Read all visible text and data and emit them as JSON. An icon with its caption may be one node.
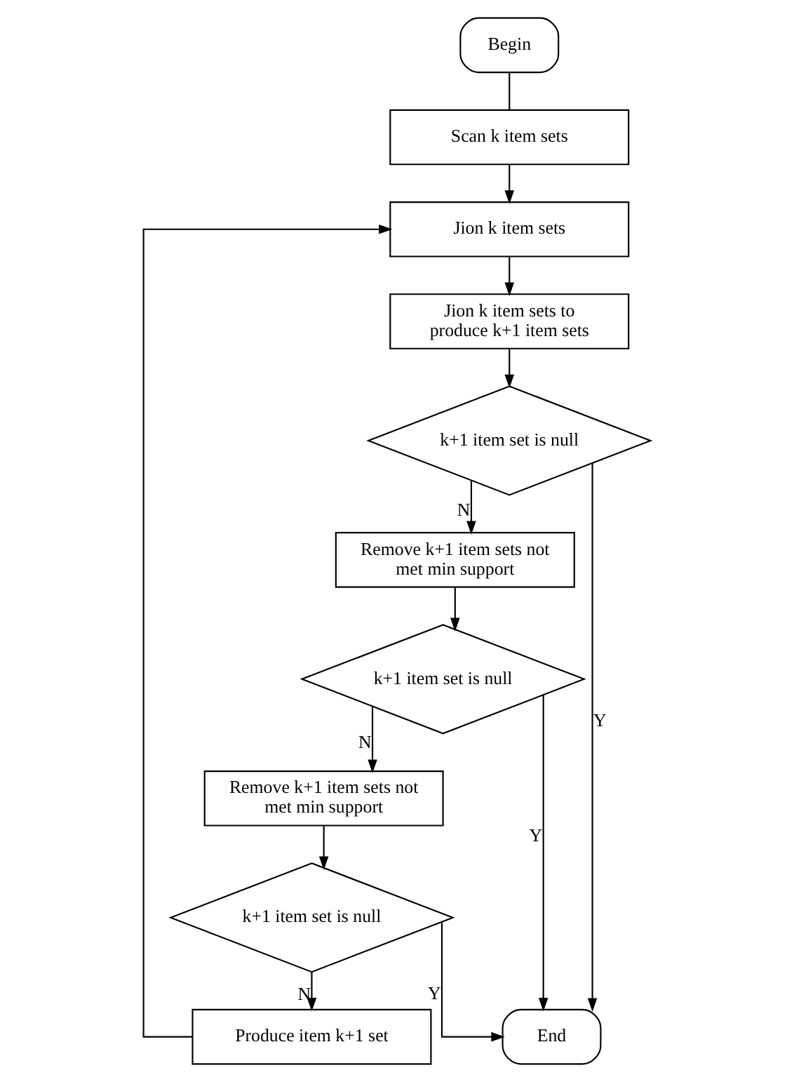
{
  "diagram": {
    "nodes": [
      {
        "text": [
          "Begin"
        ]
      },
      {
        "text": [
          "Scan k item sets"
        ]
      },
      {
        "text": [
          "Jion k item sets"
        ]
      },
      {
        "text": [
          "Jion k item sets to produce k+1 item sets"
        ]
      },
      {
        "text": [
          "k+1 item set is null"
        ]
      },
      {
        "text": [
          "Remove k+1 item sets not met min support"
        ]
      },
      {
        "text": [
          "k+1 item set is null"
        ]
      },
      {
        "text": [
          "Remove k+1 item sets not met min support"
        ]
      },
      {
        "text": [
          "k+1 item set is null"
        ]
      },
      {
        "text": [
          "Produce item k+1 set"
        ]
      },
      {
        "text": [
          "End"
        ]
      }
    ],
    "edges": [
      {
        "from": 0,
        "to": 1,
        "arrow": "none"
      },
      {
        "from": 1,
        "to": 2,
        "arrow": "to"
      },
      {
        "from": 2,
        "to": 3,
        "arrow": "to"
      },
      {
        "from": 3,
        "to": 4,
        "arrow": "to"
      },
      {
        "from": 4,
        "to": 5,
        "arrow": "to",
        "label": "N"
      },
      {
        "from": 5,
        "to": 6,
        "arrow": "to"
      },
      {
        "from": 6,
        "to": 7,
        "arrow": "to",
        "label": "N"
      },
      {
        "from": 7,
        "to": 8,
        "arrow": "to"
      },
      {
        "from": 8,
        "to": 9,
        "arrow": "to",
        "label": "N"
      },
      {
        "from": 9,
        "to": 2,
        "arrow": "to"
      },
      {
        "from": 4,
        "to": 10,
        "arrow": "to",
        "label": "Y"
      },
      {
        "from": 6,
        "to": 10,
        "arrow": "to",
        "label": "Y"
      },
      {
        "from": 8,
        "to": 10,
        "arrow": "to",
        "label": "Y"
      }
    ]
  }
}
